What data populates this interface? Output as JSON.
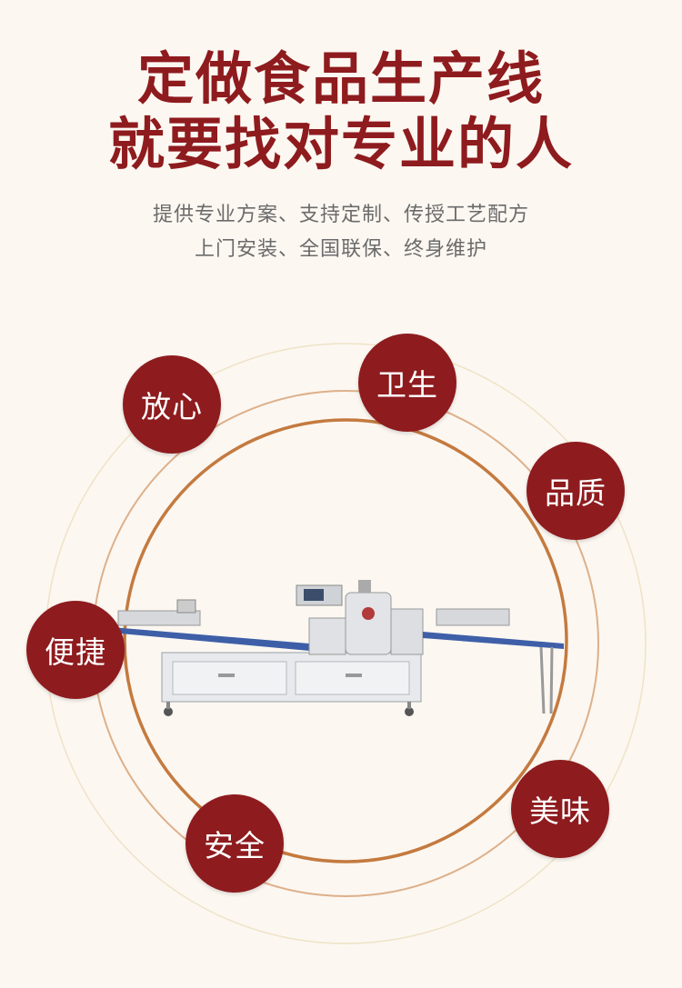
{
  "headline": {
    "line1": "定做食品生产线",
    "line2": "就要找对专业的人"
  },
  "subtitle": {
    "line1": "提供专业方案、支持定制、传授工艺配方",
    "line2": "上门安装、全国联保、终身维护"
  },
  "badges": [
    "放心",
    "卫生",
    "品质",
    "便捷",
    "安全",
    "美味"
  ],
  "colors": {
    "accent": "#8e1b1e",
    "ring": "#c47a3f",
    "background": "#fcf7f1"
  }
}
